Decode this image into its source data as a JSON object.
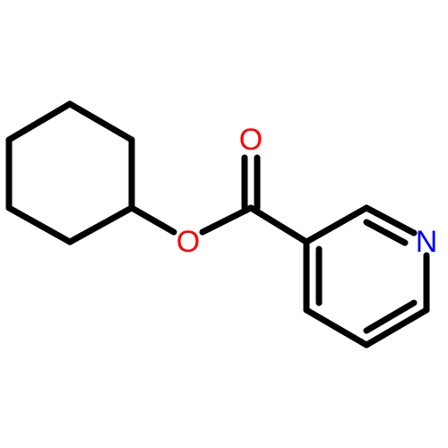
{
  "molecule": {
    "atoms": {
      "ring_oxygen": {
        "label": "O",
        "color": "#ff0000"
      },
      "carbonyl_oxygen": {
        "label": "O",
        "color": "#ff0000"
      },
      "pyridine_nitrogen": {
        "label": "N",
        "color": "#0000ff"
      }
    },
    "bond_color": "#000000",
    "background": "#ffffff"
  }
}
